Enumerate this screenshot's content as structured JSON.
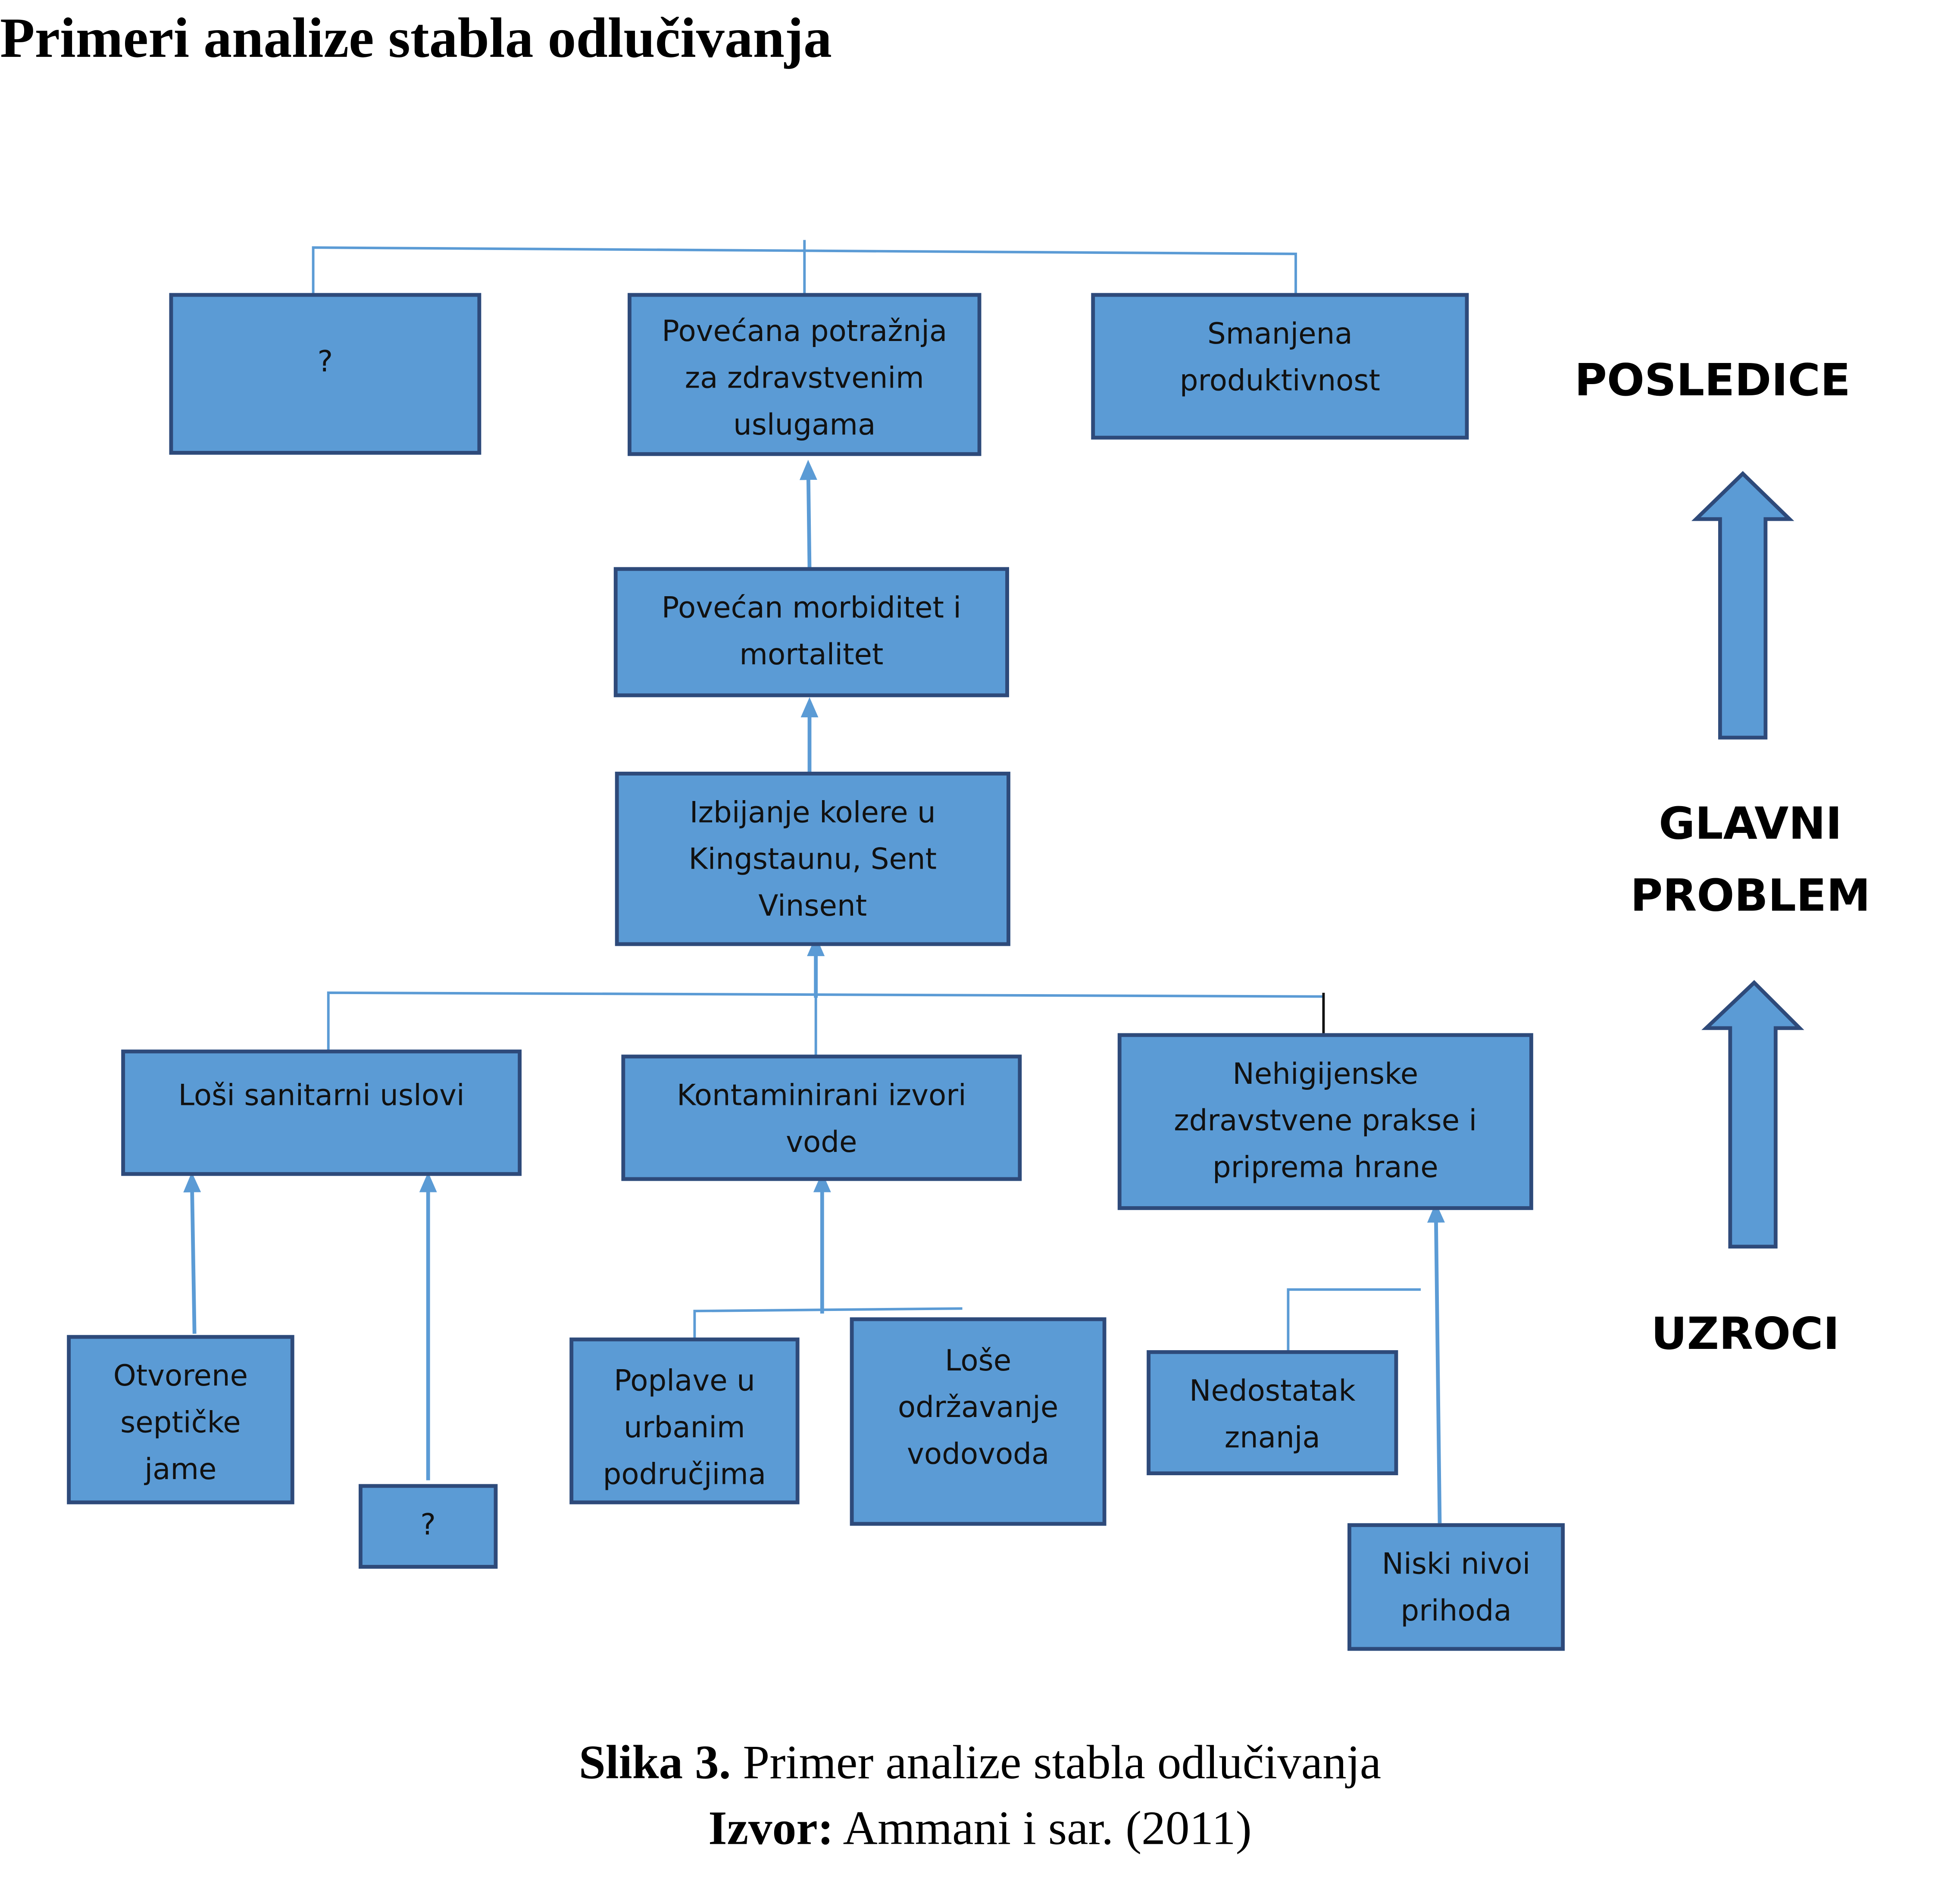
{
  "title": "Primeri analize stabla odlučivanja",
  "colors": {
    "box_fill": "#5b9bd5",
    "box_border": "#2e4a7a",
    "connector": "#5b9bd5"
  },
  "consequences": {
    "unknown": "?",
    "demand": "Povećana potražnja\nza zdravstvenim\nuslugama",
    "productivity": "Smanjena\nproduktivnost"
  },
  "morbidity": "Povećan morbiditet i\nmortalitet",
  "main_problem": "Izbijanje kolere u\nKingstaunu, Sent\nVinsent",
  "causes": {
    "sanitation": "Loši sanitarni uslovi",
    "water": "Kontaminirani izvori\nvode",
    "hygiene": "Nehigijenske\nzdravstvene prakse i\npriprema hrane"
  },
  "root_causes": {
    "septic": "Otvorene\nseptičke\njame",
    "unknown": "?",
    "floods": "Poplave u\nurbanim\npodručjima",
    "maintenance": "Loše\nodržavanje\nvodovoda",
    "knowledge": "Nedostatak\nznanja",
    "income": "Niski nivoi\nprihoda"
  },
  "levels": {
    "consequences": "POSLEDICE",
    "main_problem": "GLAVNI\nPROBLEM",
    "causes": "UZROCI"
  },
  "caption": {
    "figure_label": "Slika 3.",
    "figure_text": "Primer analize stabla odlučivanja",
    "source_label": "Izvor:",
    "source_text": "Ammani i sar. (2011)"
  }
}
